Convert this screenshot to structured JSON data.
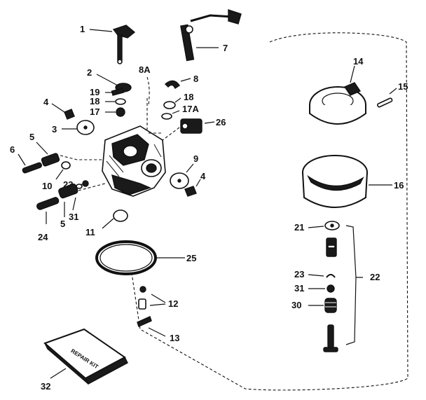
{
  "callouts": {
    "c1": "1",
    "c2": "2",
    "c3": "3",
    "c4a": "4",
    "c4b": "4",
    "c5a": "5",
    "c5b": "5",
    "c6": "6",
    "c7": "7",
    "c8": "8",
    "c8a": "8A",
    "c9": "9",
    "c10": "10",
    "c11": "11",
    "c12": "12",
    "c13": "13",
    "c14": "14",
    "c15": "15",
    "c16": "16",
    "c17": "17",
    "c17a": "17A",
    "c18a": "18",
    "c18b": "18",
    "c19": "19",
    "c21": "21",
    "c22": "22",
    "c23a": "23",
    "c23b": "23",
    "c24": "24",
    "c25": "25",
    "c26": "26",
    "c30": "30",
    "c31a": "31",
    "c31b": "31",
    "c32": "32"
  },
  "kit_label": "REPAIR KIT",
  "colors": {
    "ink": "#111111",
    "paper": "#ffffff"
  }
}
